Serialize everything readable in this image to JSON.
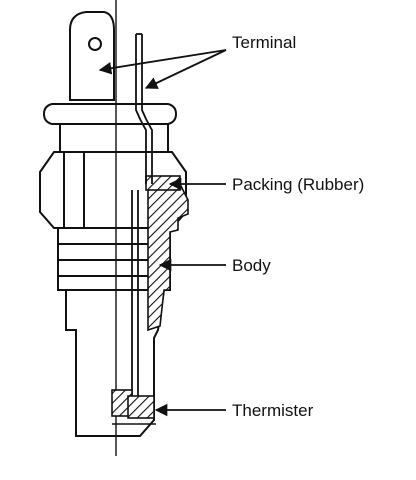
{
  "diagram": {
    "labels": {
      "terminal": "Terminal",
      "packing": "Packing (Rubber)",
      "body": "Body",
      "thermister": "Thermister"
    },
    "colors": {
      "ink": "#111111",
      "paper": "#ffffff"
    }
  }
}
